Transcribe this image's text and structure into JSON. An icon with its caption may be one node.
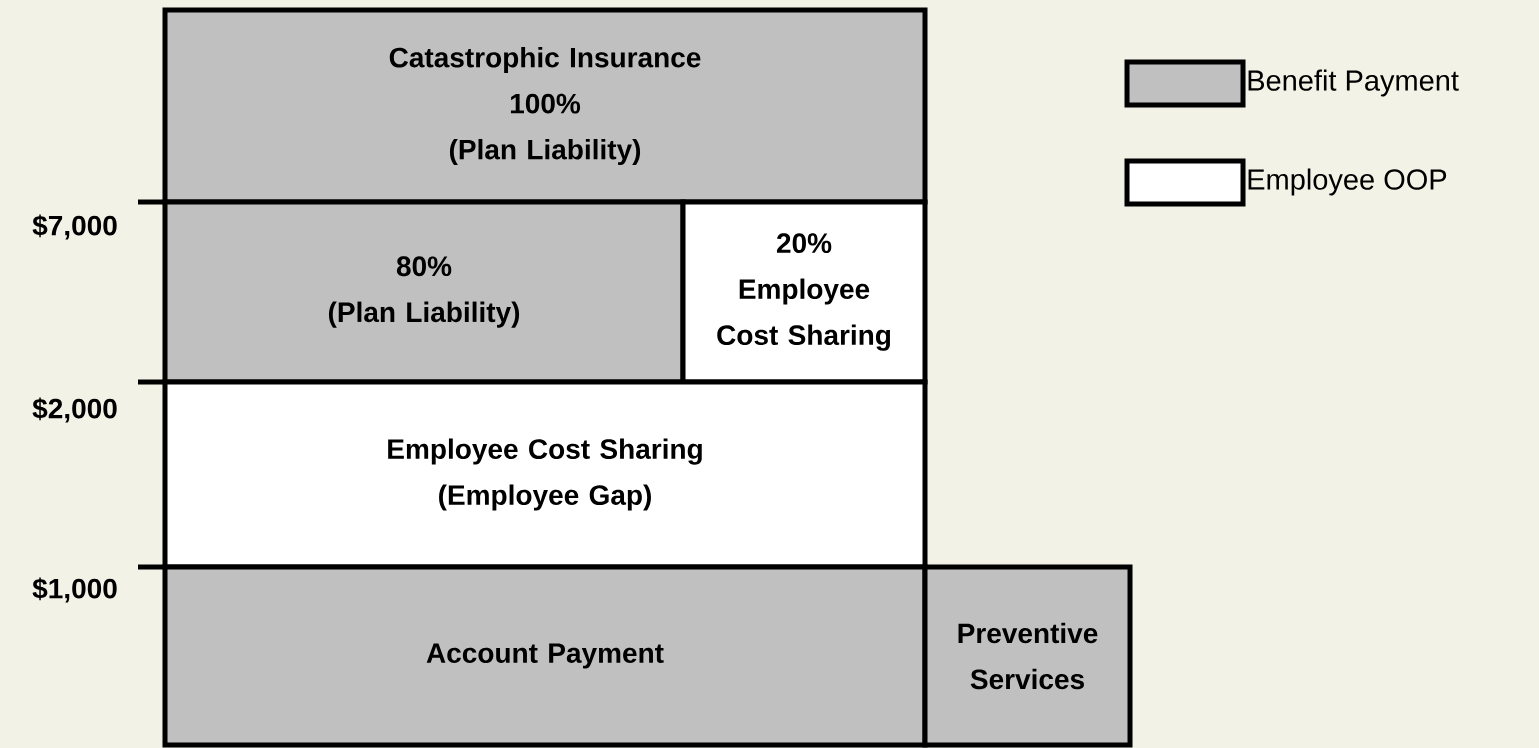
{
  "diagram": {
    "nodes": [
      {
        "text": [
          "Catastrophic Insurance",
          "100%",
          "(Plan Liability)"
        ]
      },
      {
        "text": [
          "80%",
          "(Plan Liability)"
        ]
      },
      {
        "text": [
          "20%",
          "Employee Cost Sharing"
        ]
      },
      {
        "text": [
          "Employee Cost Sharing",
          "(Employee Gap)"
        ]
      },
      {
        "text": [
          "Account Payment"
        ]
      },
      {
        "text": [
          "Preventive Services"
        ]
      }
    ],
    "labels": [
      "$7,000",
      "$2,000",
      "$1,000"
    ],
    "legend": [
      {
        "text": "Benefit Payment",
        "color": "#c0c0c0"
      },
      {
        "text": "Employee OOP",
        "color": "#ffffff"
      }
    ]
  }
}
